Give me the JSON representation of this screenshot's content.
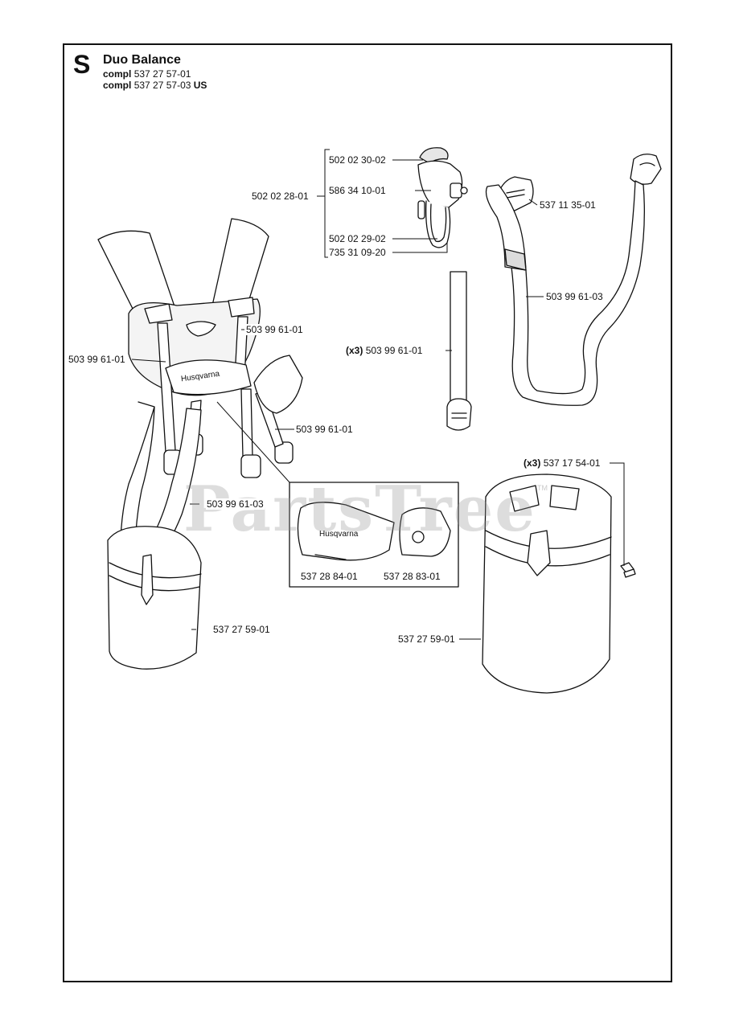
{
  "header": {
    "section_letter": "S",
    "title": "Duo Balance",
    "kits": [
      {
        "prefix": "compl",
        "number": "537 27 57-01",
        "suffix": ""
      },
      {
        "prefix": "compl",
        "number": "537 27 57-03",
        "suffix": "US"
      }
    ]
  },
  "watermark": {
    "text": "PartsTree",
    "mark": "TM"
  },
  "callouts": {
    "p_502022801": "502 02 28-01",
    "p_502023002": "502 02 30-02",
    "p_586341001": "586 34 10-01",
    "p_502022902": "502 02 29-02",
    "p_735310920": "735 31 09-20",
    "p_537113501": "537 11 35-01",
    "p_503996103_belt": "503 99 61-03",
    "p_503996101_strap": "503 99 61-01",
    "p_503996101_strap_qty": "(x3)",
    "p_503996101_a": "503 99 61-01",
    "p_503996101_b": "503 99 61-01",
    "p_503996101_c": "503 99 61-01",
    "p_503996103_harness": "503 99 61-03",
    "p_537288401": "537 28 84-01",
    "p_537288301": "537 28 83-01",
    "p_537275901_left": "537 27 59-01",
    "p_537275901_right": "537 27 59-01",
    "p_537175401": "537 17 54-01",
    "p_537175401_qty": "(x3)"
  },
  "logo_text": "Husqvarna",
  "colors": {
    "line": "#111111",
    "part_fill": "#ffffff",
    "shade": "#d8d8d8"
  }
}
